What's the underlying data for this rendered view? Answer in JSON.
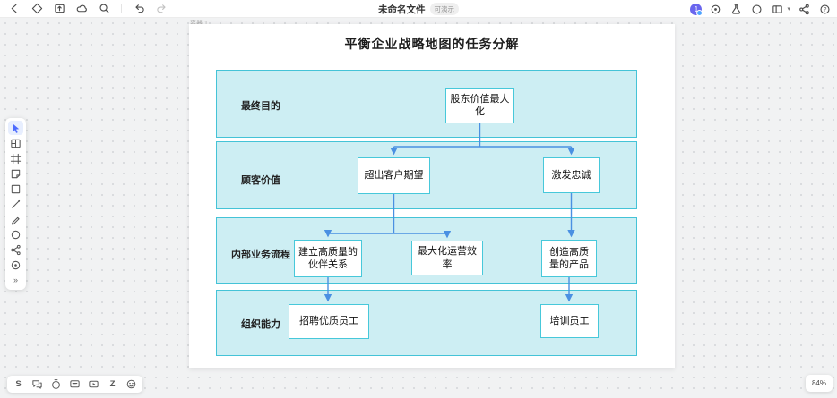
{
  "topbar": {
    "title": "未命名文件",
    "badge": "可演示",
    "collaborator_count": "1",
    "left_icons": [
      "back-icon",
      "shapes-icon",
      "export-icon",
      "cloud-sync-icon",
      "search-icon",
      "undo-icon",
      "redo-icon"
    ],
    "right_icons": [
      "avatar",
      "record-icon",
      "lab-icon",
      "comment-icon",
      "board-view-icon",
      "share-icon",
      "help-icon"
    ]
  },
  "left_toolbar": {
    "items": [
      "select-tool",
      "board-tool",
      "frame-tool",
      "sticky-note-tool",
      "shape-tool",
      "line-tool",
      "pencil-tool",
      "ellipse-tool",
      "connector-tool",
      "more-apps-tool",
      "expand"
    ],
    "expand_glyph": "»"
  },
  "bottom_toolbar": {
    "items": [
      "spline-tool",
      "comments-tool",
      "timer-tool",
      "notes-tool",
      "media-tool",
      "zindex-tool",
      "emoji-tool"
    ],
    "spline_glyph": "S",
    "zindex_glyph": "Z"
  },
  "canvas": {
    "frame_label": "容器 1",
    "zoom_level": "84%"
  },
  "diagram": {
    "title": "平衡企业战略地图的任务分解",
    "lanes": [
      {
        "label": "最终目的"
      },
      {
        "label": "顾客价值"
      },
      {
        "label": "内部业务流程"
      },
      {
        "label": "组织能力"
      }
    ],
    "nodes": {
      "n1": "股东价值最大化",
      "n2": "超出客户期望",
      "n3": "激发忠诚",
      "n4": "建立高质量的伙伴关系",
      "n5": "最大化运营效率",
      "n6": "创造高质量的产品",
      "n7": "招聘优质员工",
      "n8": "培训员工"
    },
    "edges": [
      {
        "from": "股东价值最大化",
        "to": "超出客户期望"
      },
      {
        "from": "股东价值最大化",
        "to": "激发忠诚"
      },
      {
        "from": "超出客户期望",
        "to": "建立高质量的伙伴关系"
      },
      {
        "from": "超出客户期望",
        "to": "最大化运营效率"
      },
      {
        "from": "激发忠诚",
        "to": "创造高质量的产品"
      },
      {
        "from": "建立高质量的伙伴关系",
        "to": "招聘优质员工"
      },
      {
        "from": "创造高质量的产品",
        "to": "培训员工"
      }
    ],
    "colors": {
      "lane_fill": "#cdeef3",
      "lane_border": "#44c3d7",
      "node_fill": "#ffffff",
      "node_border": "#47c8da",
      "edge": "#4a90e2"
    }
  }
}
